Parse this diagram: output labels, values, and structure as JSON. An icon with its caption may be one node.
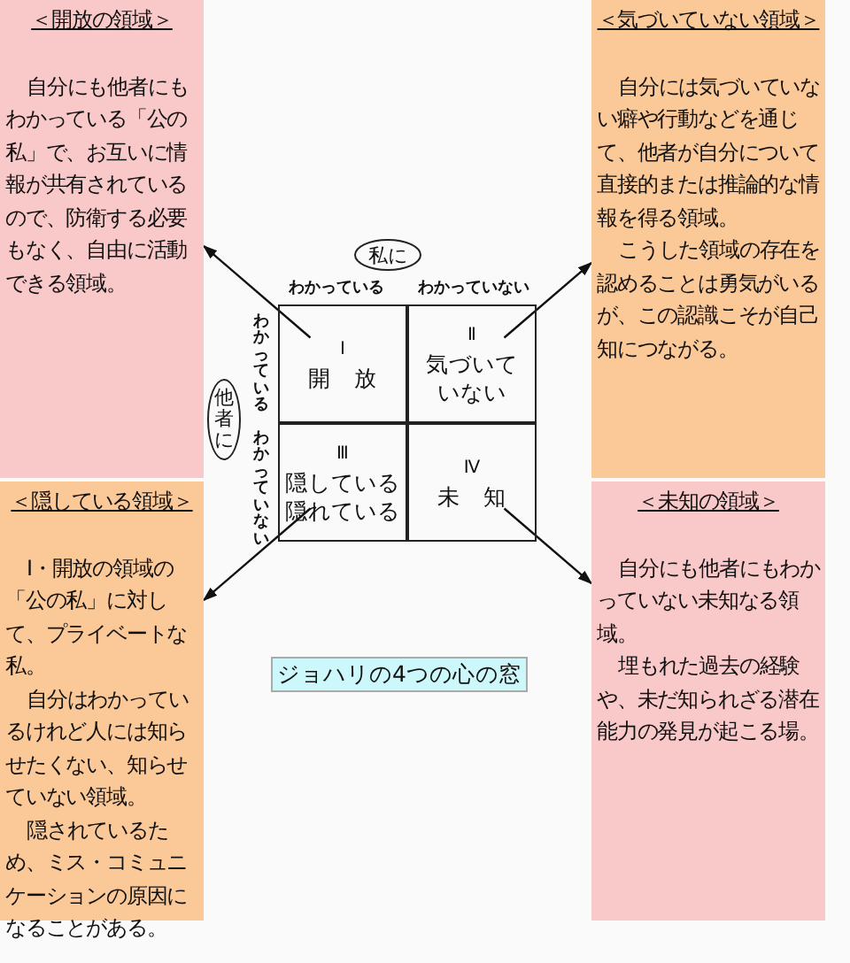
{
  "diagram": {
    "nodes": [
      {
        "text": [
          "＜開放の領域＞",
          "自分にも他者にもわかっている「公の私」で、お互いに情報が共有されているので、防衛する必要もなく、自由に活動できる領域。"
        ]
      },
      {
        "text": [
          "＜気づいていない領域＞",
          "自分には気づいていない癖や行動などを通じて、他者が自分について直接的または推論的な情報を得る領域。",
          "こうした領域の存在を認めることは勇気がいるが、この認識こそが自己知につながる。"
        ]
      },
      {
        "text": [
          "＜隠している領域＞",
          "Ⅰ・開放の領域の「公の私」に対して、プライベートな私。",
          "自分はわかっているけれど人には知らせたくない、知らせていない領域。",
          "隠されているため、ミス・コミュニケーションの原因になることがある。"
        ]
      },
      {
        "text": [
          "＜未知の領域＞",
          "自分にも他者にもわかっていない未知なる領域。",
          "埋もれた過去の経験や、未だ知られざる潜在能力の発見が起こる場。"
        ]
      },
      {
        "text": [
          "Ⅰ",
          "開　放"
        ]
      },
      {
        "text": [
          "Ⅱ",
          "気づいていない"
        ]
      },
      {
        "text": [
          "Ⅲ",
          "隠している",
          "隠れている"
        ]
      },
      {
        "text": [
          "Ⅳ",
          "未　知"
        ]
      },
      {
        "text": [
          "私に"
        ]
      },
      {
        "text": [
          "他者に"
        ]
      },
      {
        "text": [
          "ジョハリの4つの心の窓"
        ]
      }
    ],
    "edges": [
      {
        "from": 4,
        "to": 0,
        "arrow": "to"
      },
      {
        "from": 5,
        "to": 1,
        "arrow": "to"
      },
      {
        "from": 6,
        "to": 2,
        "arrow": "to"
      },
      {
        "from": 7,
        "to": 3,
        "arrow": "to"
      }
    ],
    "labels": [
      "わかっている",
      "わかっていない",
      "わかっている",
      "わかっていない"
    ]
  }
}
